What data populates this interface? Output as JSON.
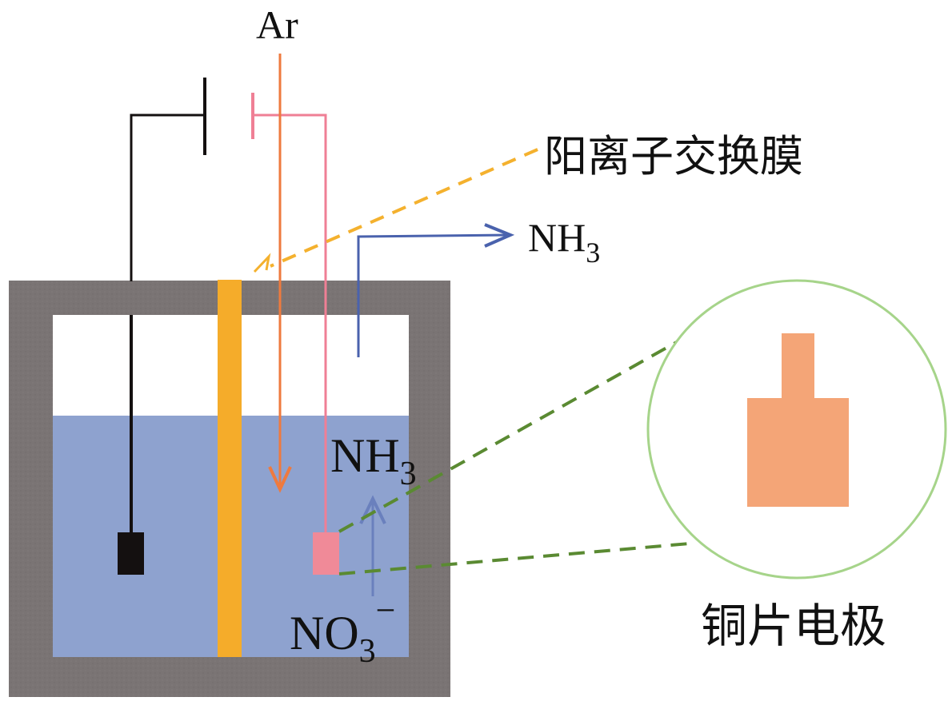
{
  "title": "Electrochemical nitrate reduction cell with cation exchange membrane",
  "labels": {
    "gas_inlet": "Ar",
    "membrane": "阳离子交换膜",
    "product_out": {
      "main": "NH",
      "sub": "3"
    },
    "product_in_solution": {
      "main": "NH",
      "sub": "3"
    },
    "reactant": {
      "main": "NO",
      "sub": "3",
      "sup": "−"
    },
    "electrode_callout": "铜片电极"
  },
  "colors": {
    "cell_wall": "#7a7474",
    "electrolyte": "#8ea2cf",
    "membrane": "#f5ac2a",
    "ar_line": "#ee7a3e",
    "cathode_wire": "#ef7f95",
    "cathode": "#f08a98",
    "anode": "#141010",
    "nh3_arrow": "#4a62ad",
    "membrane_pointer": "#f4b12e",
    "callout_dash": "#5a8a32",
    "callout_circle": "#a6d48a",
    "copper_electrode": "#f4a577",
    "text": "#111111"
  }
}
